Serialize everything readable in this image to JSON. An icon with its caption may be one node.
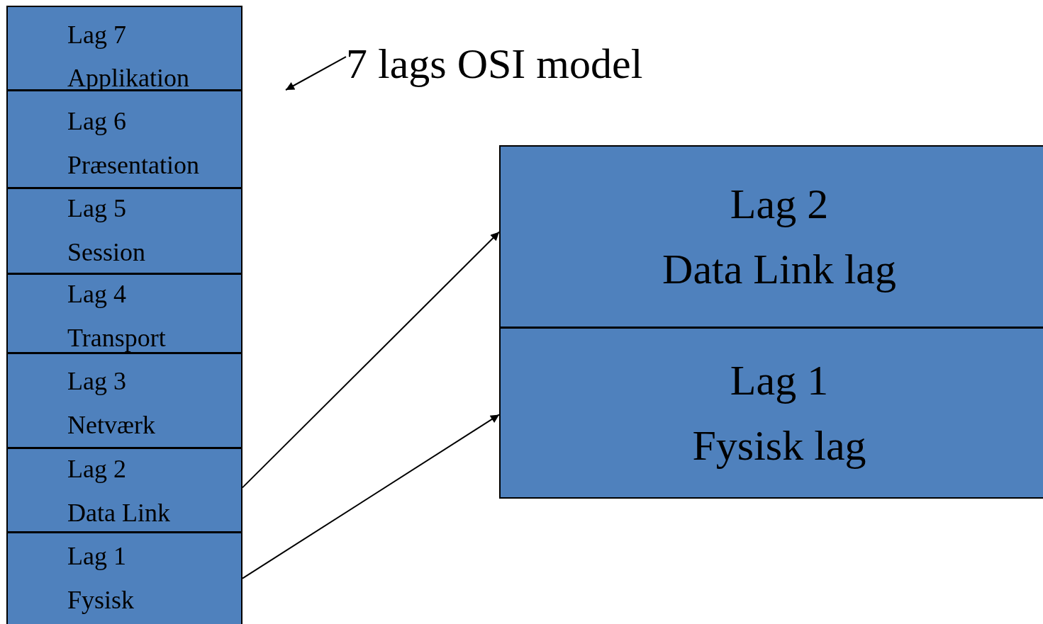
{
  "diagram": {
    "nodes": [
      {
        "text": [
          "Lag 7",
          "Applikation"
        ]
      },
      {
        "text": [
          "Lag 6",
          "Præsentation"
        ]
      },
      {
        "text": [
          "Lag 5",
          "Session"
        ]
      },
      {
        "text": [
          "Lag 4",
          "Transport"
        ]
      },
      {
        "text": [
          "Lag 3",
          "Netværk"
        ]
      },
      {
        "text": [
          "Lag 2",
          "Data Link"
        ]
      },
      {
        "text": [
          "Lag 1",
          "Fysisk"
        ]
      },
      {
        "text": [
          "Lag 2",
          "Data Link lag"
        ]
      },
      {
        "text": [
          "Lag 1",
          "Fysisk lag"
        ]
      },
      {
        "text": [
          "7 lags OSI model"
        ]
      }
    ],
    "edges": [
      {
        "from": 5,
        "to": 7,
        "arrow": "to"
      },
      {
        "from": 6,
        "to": 8,
        "arrow": "to"
      },
      {
        "from": 9,
        "to": null,
        "arrow": "to"
      }
    ]
  }
}
